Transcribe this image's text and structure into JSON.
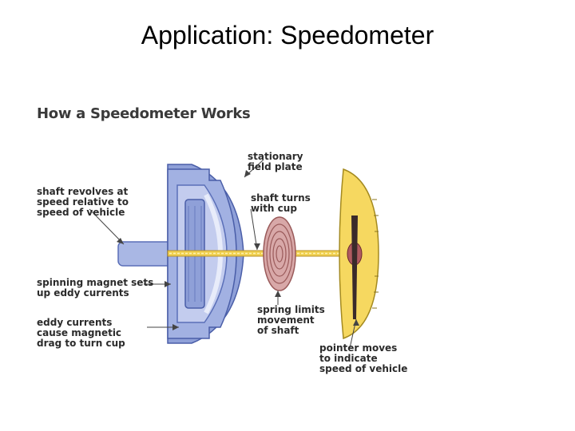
{
  "slide": {
    "title": "Application: Speedometer"
  },
  "diagram": {
    "title": "How a Speedometer Works",
    "labels": {
      "shaft_revolves": [
        "shaft revolves at",
        "speed relative to",
        "speed of vehicle"
      ],
      "spinning_magnet": [
        "spinning magnet sets",
        "up eddy currents"
      ],
      "eddy_currents": [
        "eddy currents",
        "cause magnetic",
        "drag to turn cup"
      ],
      "field_plate": [
        "stationary",
        "field plate"
      ],
      "shaft_turns": [
        "shaft turns",
        "with cup"
      ],
      "spring_limits": [
        "spring limits",
        "movement",
        "of shaft"
      ],
      "pointer_moves": [
        "pointer moves",
        "to indicate",
        "speed of vehicle"
      ]
    },
    "colors": {
      "housing": "#8fa0d8",
      "housing_dark": "#5a6fb8",
      "cup": "#b9c3e8",
      "shaft": "#e8c040",
      "spring": "#c99090",
      "dial": "#f6d860",
      "pointer": "#3a2a2a"
    }
  }
}
